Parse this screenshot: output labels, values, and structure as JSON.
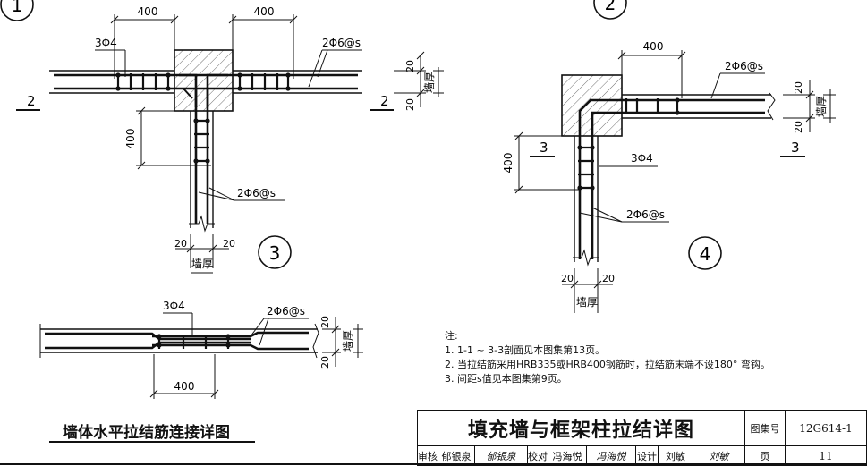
{
  "detail_numbers": [
    "1",
    "2",
    "3",
    "4"
  ],
  "section_marks": {
    "s2": "2",
    "s3": "3"
  },
  "dims": {
    "d400": "400",
    "d20": "20"
  },
  "labels": {
    "tie_bar": "3Φ4",
    "rebar": "2Φ6@s",
    "wall_thickness": "墙厚"
  },
  "notes": {
    "heading": "注:",
    "items": [
      "1. 1-1 ~ 3-3剖面见本图集第13页。",
      "2. 当拉结筋采用HRB335或HRB400钢筋时，拉结筋末端不设180° 弯钩。",
      "3. 间距s值见本图集第9页。"
    ]
  },
  "left_title": "墙体水平拉结筋连接详图",
  "title_block": {
    "title": "填充墙与框架柱拉结详图",
    "atlas_label": "图集号",
    "atlas_no": "12G614-1",
    "page_label": "页",
    "page_no": "11",
    "review_label": "审核",
    "reviewer": "郁银泉",
    "reviewer_sig": "郁银泉",
    "check_label": "校对",
    "checker": "冯海悦",
    "checker_sig": "冯海悦",
    "design_label": "设计",
    "designer": "刘敏",
    "designer_sig": "刘敏"
  }
}
